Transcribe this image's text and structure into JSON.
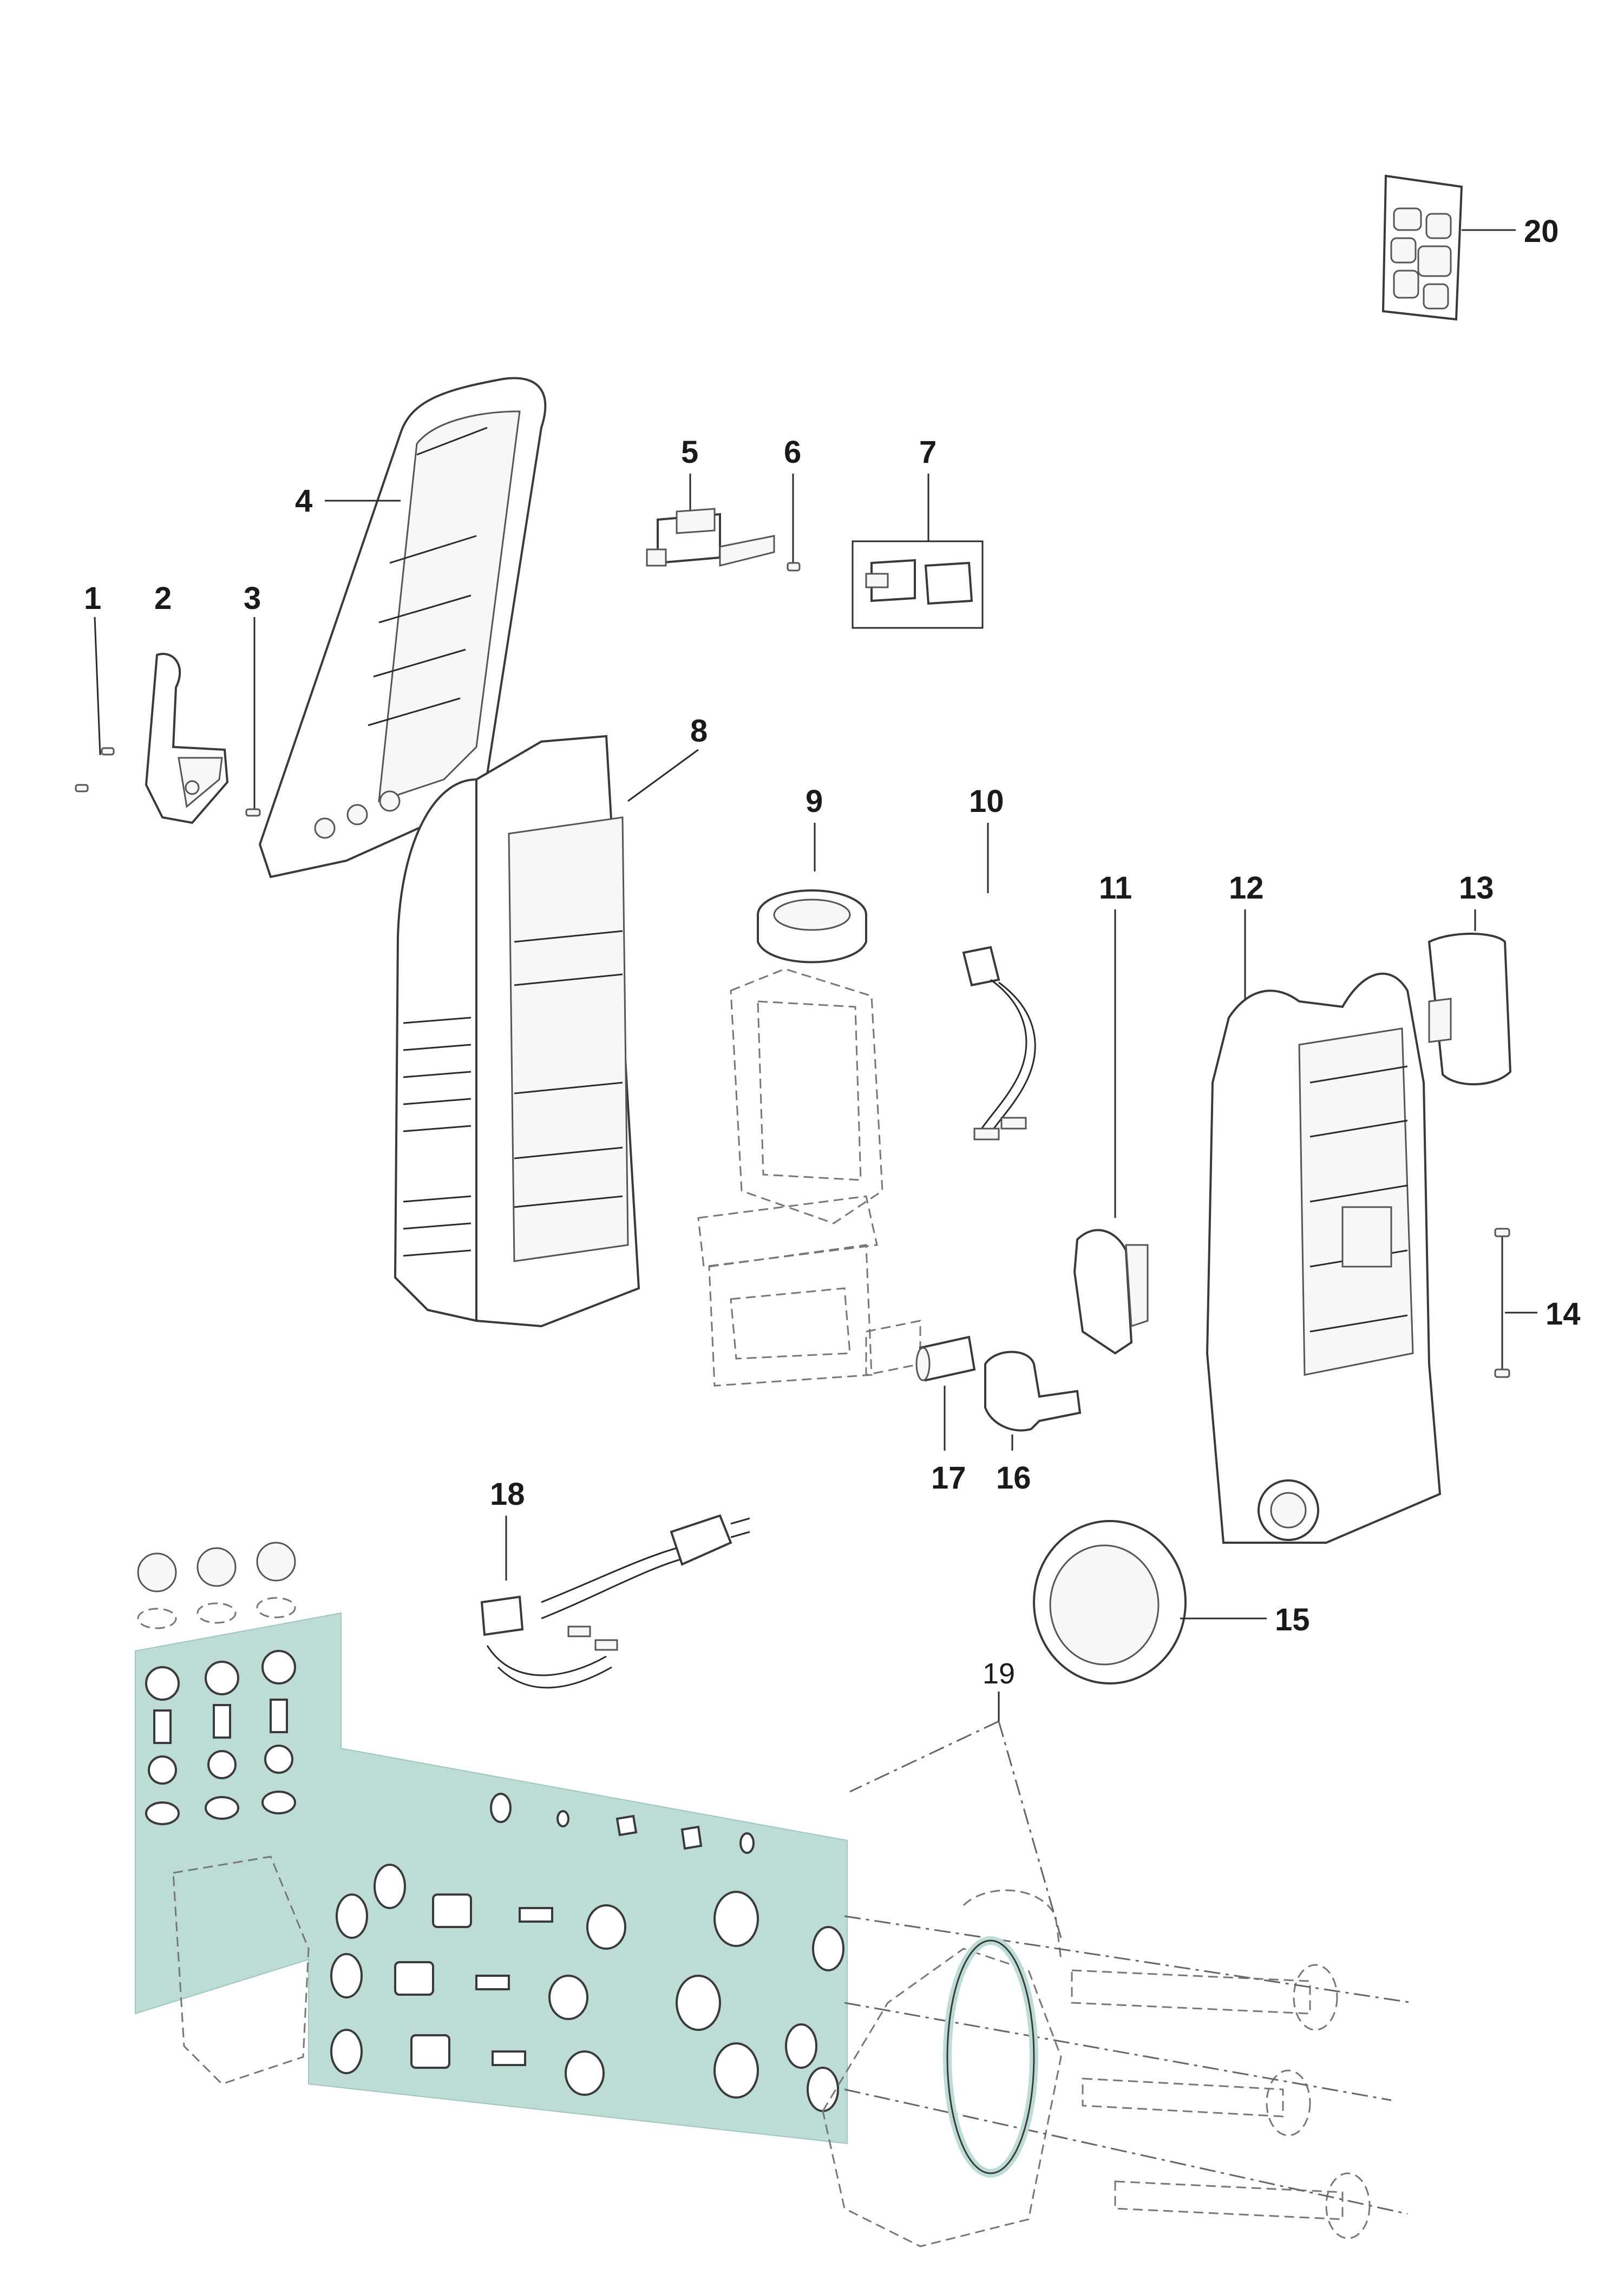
{
  "callouts": {
    "c1": "1",
    "c2": "2",
    "c3": "3",
    "c4": "4",
    "c5": "5",
    "c6": "6",
    "c7": "7",
    "c8": "8",
    "c9": "9",
    "c10": "10",
    "c11": "11",
    "c12": "12",
    "c13": "13",
    "c14": "14",
    "c15": "15",
    "c16": "16",
    "c17": "17",
    "c18": "18",
    "c19": "19",
    "c20": "20"
  },
  "colors": {
    "kit_highlight": "#bcdcd5",
    "line": "#2b2b2b"
  }
}
